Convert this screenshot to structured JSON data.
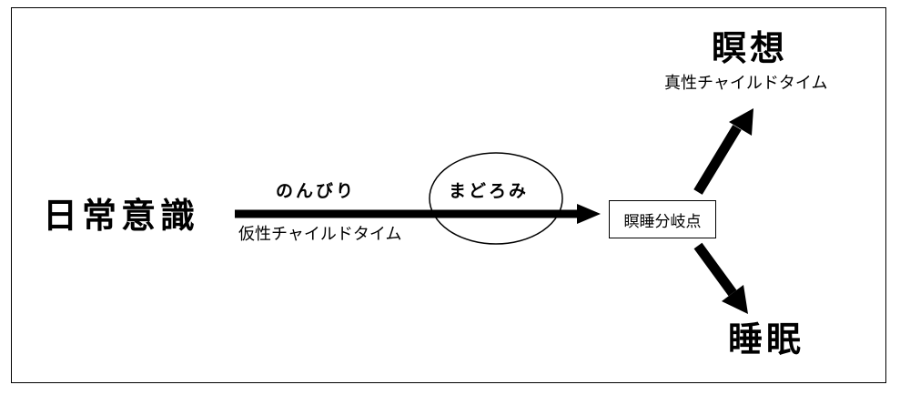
{
  "start": {
    "title": "日常意識"
  },
  "main_arrow": {
    "top_label": "のんびり",
    "bottom_label": "仮性チャイルドタイム"
  },
  "ellipse": {
    "label": "まどろみ"
  },
  "branch_point": {
    "label": "瞑睡分岐点"
  },
  "upper_branch": {
    "title": "瞑想",
    "subtitle": "真性チャイルドタイム"
  },
  "lower_branch": {
    "title": "睡眠"
  },
  "colors": {
    "line": "#000000",
    "background": "#ffffff"
  }
}
